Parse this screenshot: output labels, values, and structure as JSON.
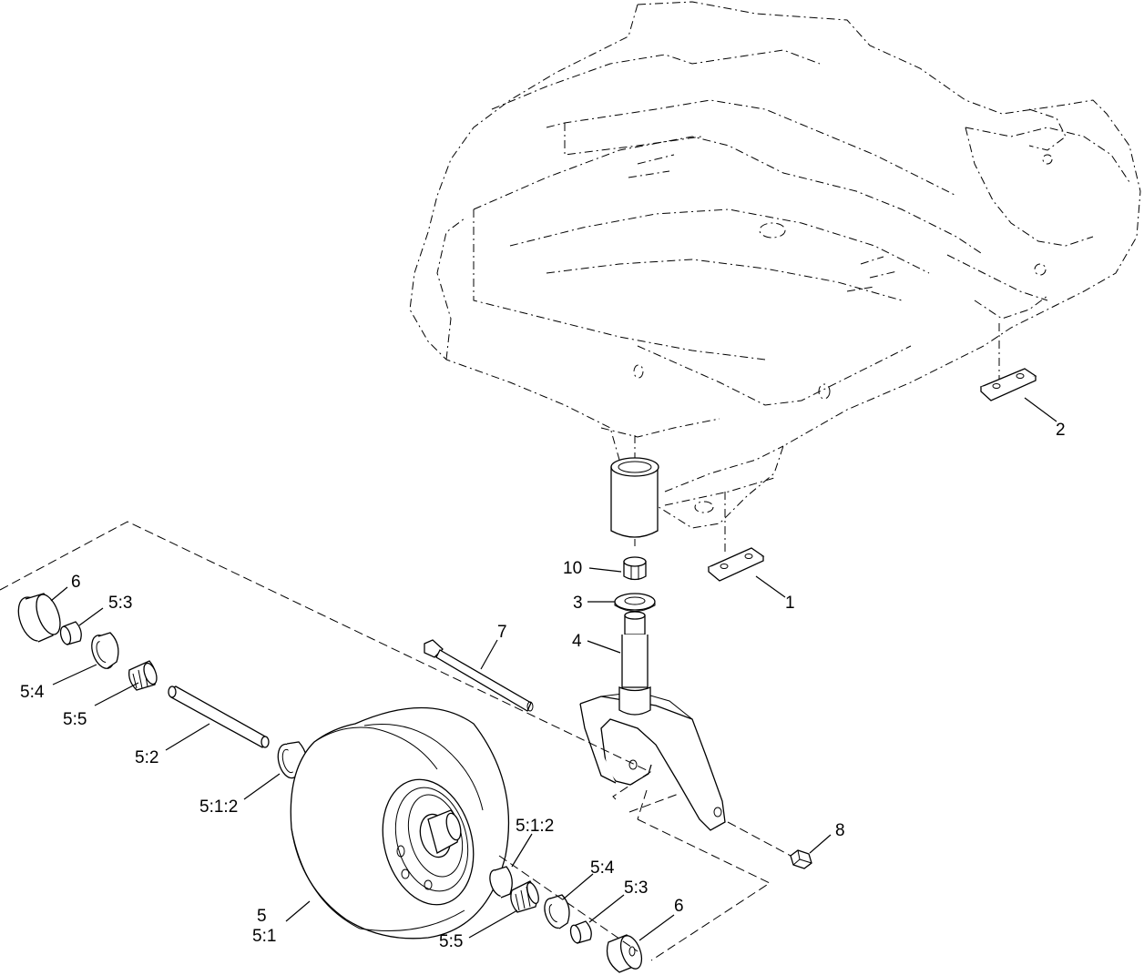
{
  "callouts": {
    "c1": "1",
    "c2": "2",
    "c3": "3",
    "c4": "4",
    "c5a": "5",
    "c5b": "5:1",
    "c6_left": "6",
    "c6_right": "6",
    "c7": "7",
    "c8": "8",
    "c10": "10",
    "c5_3_left": "5:3",
    "c5_4_left": "5:4",
    "c5_5_left": "5:5",
    "c5_2": "5:2",
    "c5_1_2_left": "5:1:2",
    "c5_1_2_right": "5:1:2",
    "c5_4_right": "5:4",
    "c5_3_right": "5:3",
    "c5_5_right": "5:5"
  }
}
